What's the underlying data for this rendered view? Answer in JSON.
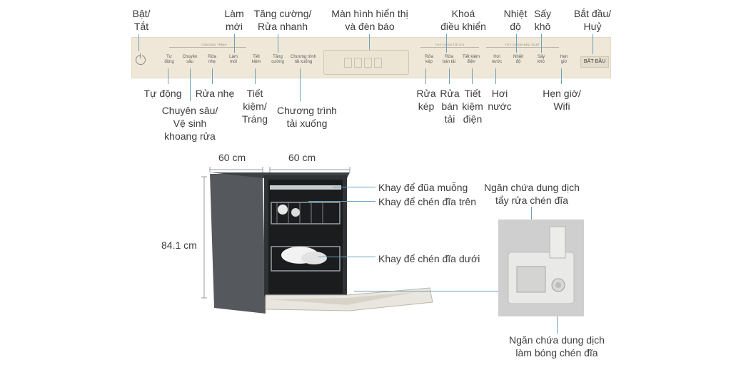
{
  "callouts_top": {
    "bat_tat": "Bật/\nTắt",
    "lam_moi": "Làm\nmới",
    "tang_cuong": "Tăng cường/\nRửa nhanh",
    "man_hinh": "Màn hình hiển thị\nvà đèn báo",
    "khoa": "Khoá\nđiều khiển",
    "nhiet_do": "Nhiệt\nđộ",
    "say_kho": "Sấy\nkhô",
    "bat_dau": "Bắt đầu/\nHuỷ"
  },
  "callouts_bottom": {
    "tu_dong": "Tự động",
    "chuyen_sau": "Chuyên sâu/\nVệ sinh\nkhoang rửa",
    "rua_nhe": "Rửa nhẹ",
    "tiet_kiem_trang": "Tiết\nkiệm/\nTráng",
    "chuong_trinh_tai": "Chương trình\ntải xuống",
    "rua_kep": "Rửa\nkép",
    "rua_ban_tai": "Rửa\nbán\ntải",
    "tiet_kiem_dien": "Tiết\nkiệm\nđiện",
    "hoi_nuoc": "Hơi\nnước",
    "hen_gio": "Hẹn giờ/\nWifi"
  },
  "panel": {
    "group_program": "CHƯƠNG TRÌNH",
    "group_options_1": "TÙY CHỌN TỐI ƯU",
    "group_options_2": "TÙY CHỌN HIỆU SUẤT",
    "buttons": {
      "tu_dong": "Tự\nđộng",
      "chuyen_sau": "Chuyên\nsâu",
      "rua_nhe": "Rửa\nnhẹ",
      "lam_moi": "Làm\nmới",
      "tiet_kiem": "Tiết\nkiệm",
      "tang_cuong": "Tăng\ncường",
      "chuong_trinh": "Chương trình\ntải xuống",
      "rua_kep": "Rửa\nkép",
      "rua_ban_tai": "Rửa\nbán tải",
      "tiet_kiem_dien": "Tiết kiệm\nđiện",
      "hoi_nuoc": "Hơi\nnước",
      "nhiet_do": "Nhiệt\nđộ",
      "say_kho": "Sấy\nkhô",
      "hen_gio": "Hẹn\ngiờ",
      "bat_dau": "BẮT ĐẦU"
    }
  },
  "dimensions": {
    "width": "60 cm",
    "depth": "60 cm",
    "height": "84.1 cm"
  },
  "parts": {
    "khay_dua": "Khay để đũa muỗng",
    "khay_tren": "Khay để chén đĩa trên",
    "khay_duoi": "Khay để chén đĩa dưới",
    "ngan_tay_rua": "Ngăn chứa dung dịch\ntẩy rửa chén đĩa",
    "ngan_lam_bong": "Ngăn chứa dung dịch\nlàm bóng chén đĩa"
  },
  "colors": {
    "callout_line": "#6aa0bd",
    "panel": "#efe8d8",
    "body": "#3a3d42"
  }
}
